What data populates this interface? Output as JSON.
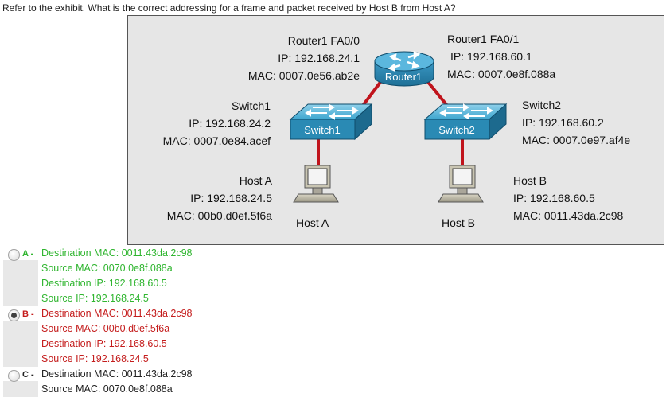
{
  "question": "Refer to the exhibit. What is the correct addressing for a frame and packet received by Host B from Host A?",
  "exhibit": {
    "router": {
      "icon_label": "Router1",
      "fa00": {
        "title": "Router1 FA0/0",
        "ip": "IP: 192.168.24.1",
        "mac": "MAC: 0007.0e56.ab2e"
      },
      "fa01": {
        "title": "Router1 FA0/1",
        "ip": "IP: 192.168.60.1",
        "mac": "MAC: 0007.0e8f.088a"
      }
    },
    "switch1": {
      "icon_label": "Switch1",
      "title": "Switch1",
      "ip": "IP: 192.168.24.2",
      "mac": "MAC: 0007.0e84.acef"
    },
    "switch2": {
      "icon_label": "Switch2",
      "title": "Switch2",
      "ip": "IP: 192.168.60.2",
      "mac": "MAC: 0007.0e97.af4e"
    },
    "hostA": {
      "caption": "Host A",
      "title": "Host A",
      "ip": "IP: 192.168.24.5",
      "mac": "MAC: 00b0.d0ef.5f6a"
    },
    "hostB": {
      "caption": "Host B",
      "title": "Host B",
      "ip": "IP: 192.168.60.5",
      "mac": "MAC: 0011.43da.2c98"
    },
    "colors": {
      "link": "#c0141c",
      "device_blue": "#2a8ab4"
    }
  },
  "options": [
    {
      "letter": "A -",
      "selected": false,
      "color": "green",
      "lines": [
        "Destination MAC: 0011.43da.2c98",
        "Source MAC: 0070.0e8f.088a",
        "Destination IP: 192.168.60.5",
        "Source IP: 192.168.24.5"
      ]
    },
    {
      "letter": "B -",
      "selected": true,
      "color": "red",
      "lines": [
        "Destination MAC: 0011.43da.2c98",
        "Source MAC: 00b0.d0ef.5f6a",
        "Destination IP: 192.168.60.5",
        "Source IP: 192.168.24.5"
      ]
    },
    {
      "letter": "C -",
      "selected": false,
      "color": "black",
      "lines": [
        "Destination MAC: 0011.43da.2c98",
        "Source MAC: 0070.0e8f.088a"
      ]
    }
  ]
}
